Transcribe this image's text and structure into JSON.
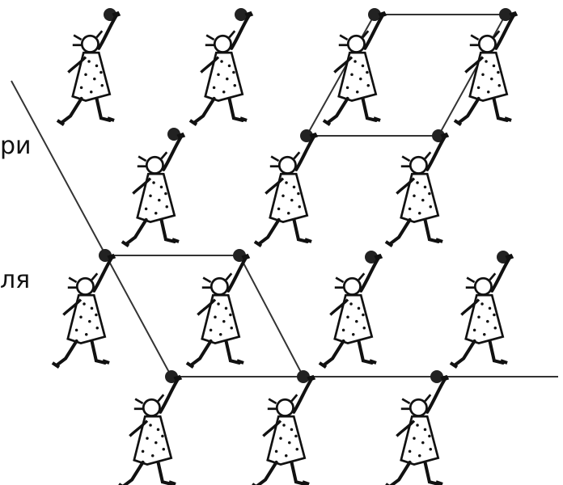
{
  "text_fragments": [
    "ри",
    "ля"
  ],
  "colors": {
    "ink": "#111111",
    "ball": "#222222",
    "paper": "#ffffff"
  },
  "figure": {
    "subject": "girl-throwing-ball"
  }
}
